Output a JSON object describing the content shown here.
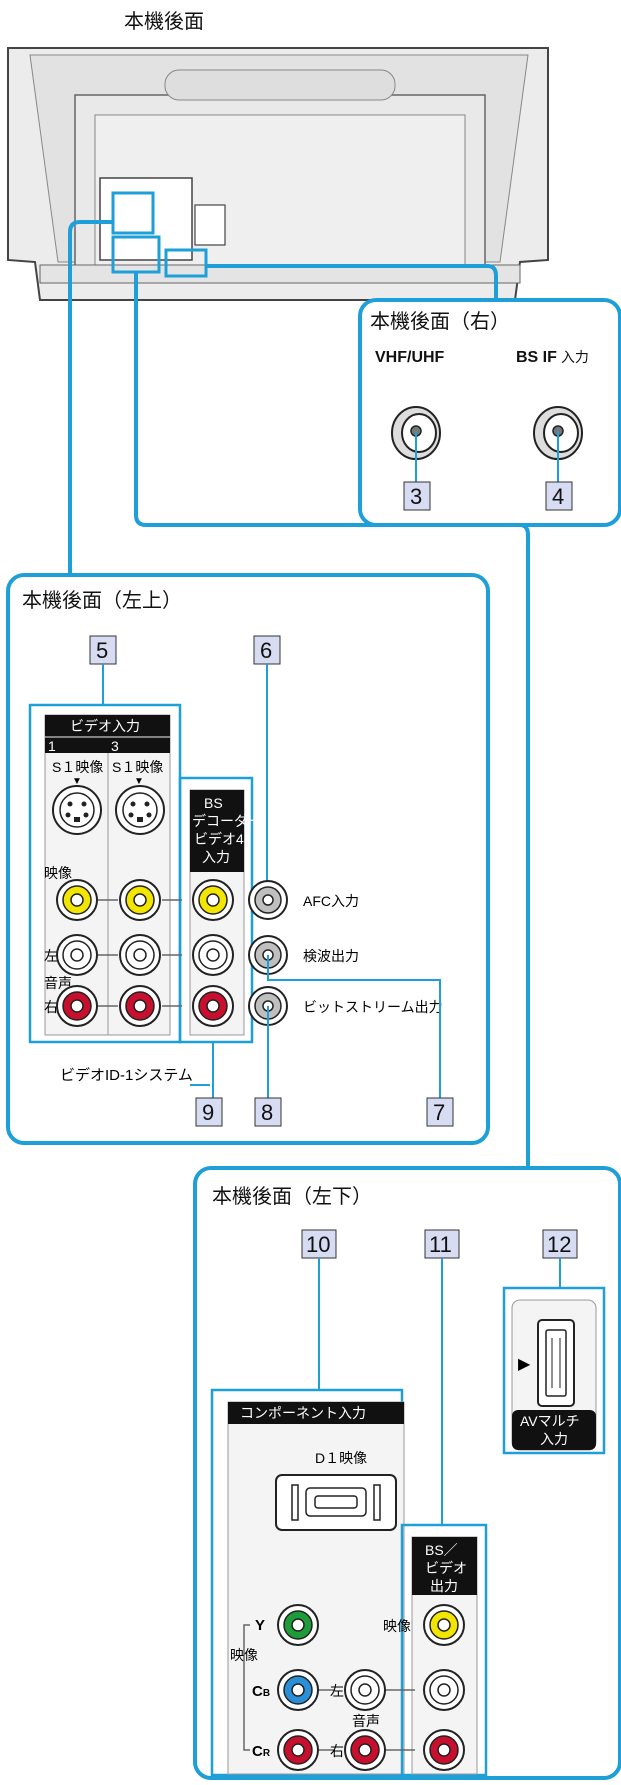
{
  "colors": {
    "cable": "#1e9fd8",
    "numbox": "#d7dcf3",
    "panelFill": "#f4f4f4",
    "jackYellow": "#f2e600",
    "jackRed": "#c8102e",
    "jackGreen": "#1e9c3a",
    "jackBlue": "#2a8fd8"
  },
  "title": "本機後面",
  "right_panel": {
    "title": "本機後面（右）",
    "vhf_label": "VHF/UHF",
    "bsif_label_bold": "BS IF",
    "bsif_label_suffix": "入力",
    "num_vhf": "3",
    "num_bsif": "4"
  },
  "upper_left_panel": {
    "title": "本機後面（左上）",
    "num_video_in": "5",
    "num_afc": "6",
    "num_detect": "7",
    "num_bitstream": "8",
    "num_id1": "9",
    "video_in_label": "ビデオ入力",
    "input1": "1",
    "input3": "3",
    "s1_label_1": "S１映像",
    "s1_label_3": "S１映像",
    "bs_decoder_lines": [
      "BS",
      "デコーダー/",
      "ビデオ4",
      "入力"
    ],
    "video_label": "映像",
    "left_label": "左",
    "audio_label": "音声",
    "right_label": "右",
    "afc_label": "AFC入力",
    "detect_label": "検波出力",
    "bitstream_label": "ビットストリーム出力",
    "id1_label": "ビデオID-1システム"
  },
  "lower_left_panel": {
    "title": "本機後面（左下）",
    "num_component": "10",
    "num_bs_video_out": "11",
    "num_av_multi": "12",
    "component_label": "コンポーネント入力",
    "d1_label": "D１映像",
    "y_label": "Y",
    "cb_label_main": "C",
    "cb_label_sub": "B",
    "cr_label_main": "C",
    "cr_label_sub": "R",
    "video_label": "映像",
    "left_label": "左",
    "audio_label": "音声",
    "right_label": "右",
    "bs_out_lines": [
      "BS／",
      "ビデオ",
      "出力"
    ],
    "bs_out_video_label": "映像",
    "av_multi_lines": [
      "AVマルチ",
      "入力"
    ]
  }
}
